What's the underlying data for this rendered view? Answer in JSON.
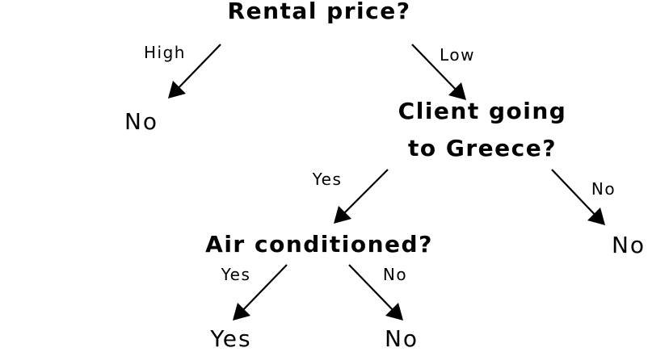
{
  "nodes": {
    "root_question": "Rental price?",
    "greece_question_line1": "Client going",
    "greece_question_line2": "to Greece?",
    "ac_question": "Air conditioned?",
    "leaf_high": "No",
    "leaf_greece_no": "No",
    "leaf_ac_yes": "Yes",
    "leaf_ac_no": "No"
  },
  "edges": {
    "high": "High",
    "low": "Low",
    "greece_yes": "Yes",
    "greece_no": "No",
    "ac_yes": "Yes",
    "ac_no": "No"
  },
  "colors": {
    "ink": "#000000",
    "background": "#ffffff"
  }
}
